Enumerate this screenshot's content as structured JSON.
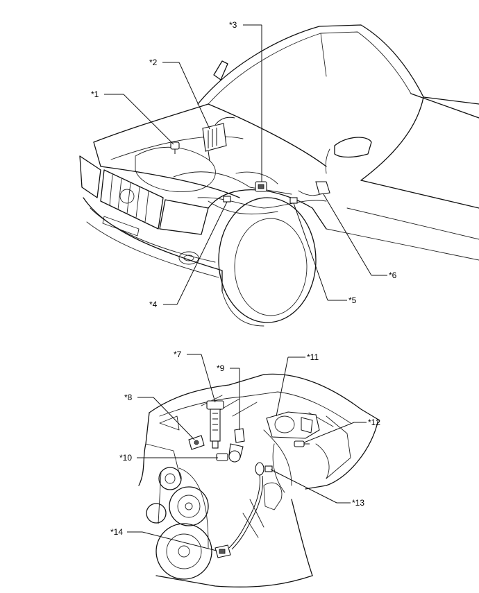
{
  "callouts": {
    "c1": "*1",
    "c2": "*2",
    "c3": "*3",
    "c4": "*4",
    "c5": "*5",
    "c6": "*6",
    "c7": "*7",
    "c8": "*8",
    "c9": "*9",
    "c10": "*10",
    "c11": "*11",
    "c12": "*12",
    "c13": "*13",
    "c14": "*14"
  }
}
